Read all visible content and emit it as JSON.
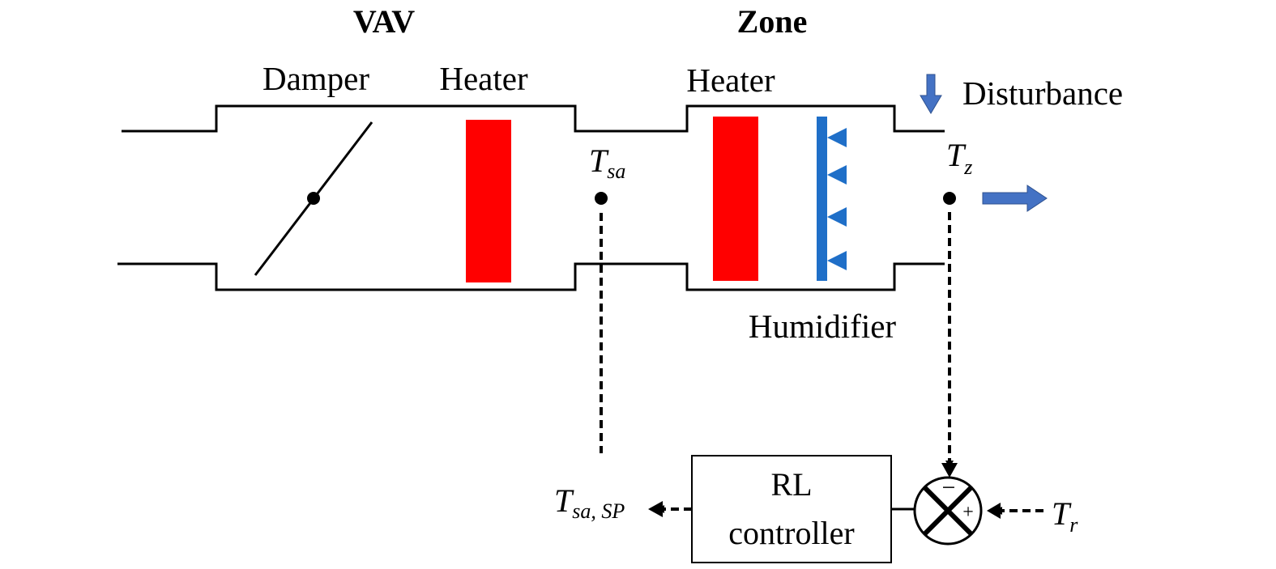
{
  "sections": {
    "vav_title": "VAV",
    "zone_title": "Zone"
  },
  "components": {
    "damper": "Damper",
    "vav_heater": "Heater",
    "zone_heater": "Heater",
    "humidifier": "Humidifier",
    "disturbance": "Disturbance",
    "controller_line1": "RL",
    "controller_line2": "controller"
  },
  "signals": {
    "tsa_main": "T",
    "tsa_sub": "sa",
    "tz_main": "T",
    "tz_sub": "z",
    "tsasp_main": "T",
    "tsasp_sub": "sa, SP",
    "tr_main": "T",
    "tr_sub": "r",
    "minus_sign": "−",
    "plus_sign": "+"
  },
  "colors": {
    "heater": "#ff0000",
    "humidifier": "#1f6fc8",
    "arrow": "#4472c4",
    "line": "#000000"
  }
}
